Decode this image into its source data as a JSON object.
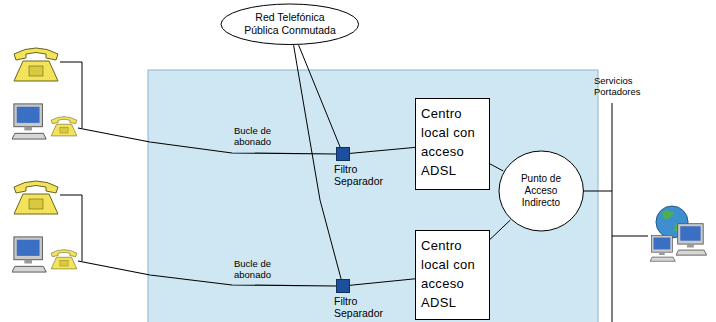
{
  "diagram": {
    "nodes": [
      {
        "text": [
          "Red Telefónica Pública Conmutada"
        ]
      },
      {
        "text": [
          "Filtro Separador"
        ]
      },
      {
        "text": [
          "Centro local con acceso ADSL"
        ]
      },
      {
        "text": [
          "Punto de Acceso Indirecto"
        ]
      },
      {
        "text": [
          "Filtro Separador"
        ]
      },
      {
        "text": [
          "Centro local con acceso ADSL"
        ]
      }
    ],
    "edges": [
      {
        "from": 0,
        "to": 1,
        "arrow": "none"
      },
      {
        "from": 0,
        "to": 4,
        "arrow": "none"
      },
      {
        "from": 1,
        "to": 2,
        "arrow": "none"
      },
      {
        "from": 4,
        "to": 5,
        "arrow": "none"
      },
      {
        "from": 2,
        "to": 3,
        "arrow": "none"
      },
      {
        "from": 5,
        "to": 3,
        "arrow": "none"
      }
    ],
    "labels": [
      "Bucle de abonado",
      "Bucle de abonado",
      "Servicios Portadores"
    ]
  }
}
